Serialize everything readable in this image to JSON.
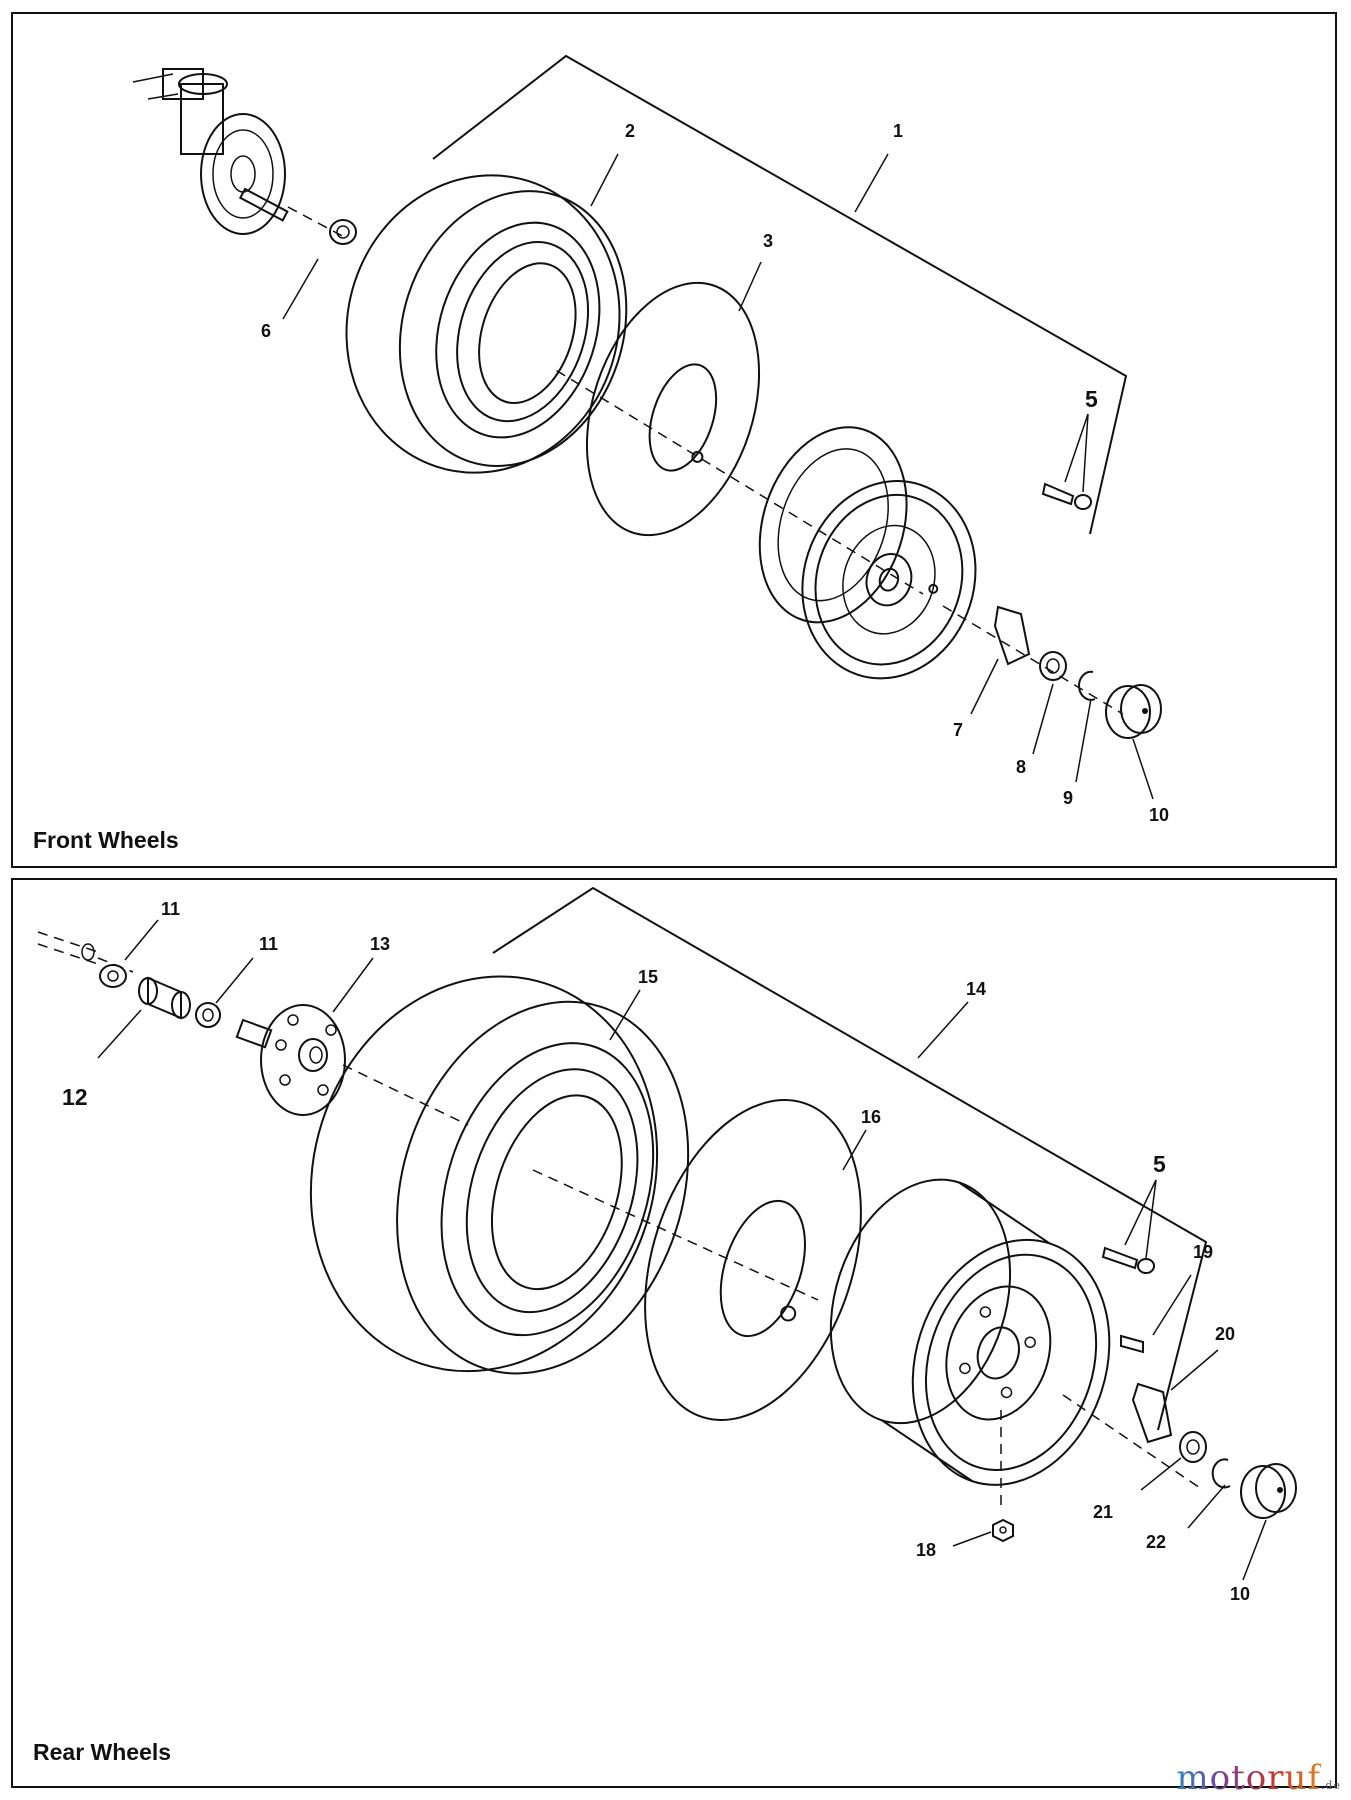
{
  "front_panel": {
    "title": "Front Wheels",
    "callouts": {
      "c1": "1",
      "c2": "2",
      "c3": "3",
      "c5": "5",
      "c6": "6",
      "c7": "7",
      "c8": "8",
      "c9": "9",
      "c10": "10"
    }
  },
  "rear_panel": {
    "title": "Rear Wheels",
    "callouts": {
      "c11a": "11",
      "c11b": "11",
      "c12": "12",
      "c13": "13",
      "c14": "14",
      "c15": "15",
      "c16": "16",
      "c5": "5",
      "c19": "19",
      "c20": "20",
      "c21": "21",
      "c22": "22",
      "c18": "18",
      "c10": "10"
    }
  },
  "watermark": {
    "brand": "motoruf",
    "suffix": ".de"
  }
}
